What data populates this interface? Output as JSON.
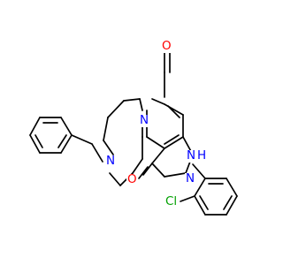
{
  "atoms": {
    "o_top": {
      "text": "O",
      "color": "#ff0000"
    },
    "o_bottom": {
      "text": "O",
      "color": "#ff0000"
    },
    "n_ring": {
      "text": "N",
      "color": "#0000ff"
    },
    "n_benzyl": {
      "text": "N",
      "color": "#0000ff"
    },
    "n_h": {
      "text": "N",
      "color": "#0000ff"
    },
    "h_on_n": {
      "text": "H",
      "color": "#0000ff"
    },
    "n_pyrazole": {
      "text": "N",
      "color": "#0000ff"
    },
    "cl": {
      "text": "Cl",
      "color": "#00a000"
    }
  },
  "colors": {
    "bond": "#000000",
    "background": "#ffffff"
  }
}
